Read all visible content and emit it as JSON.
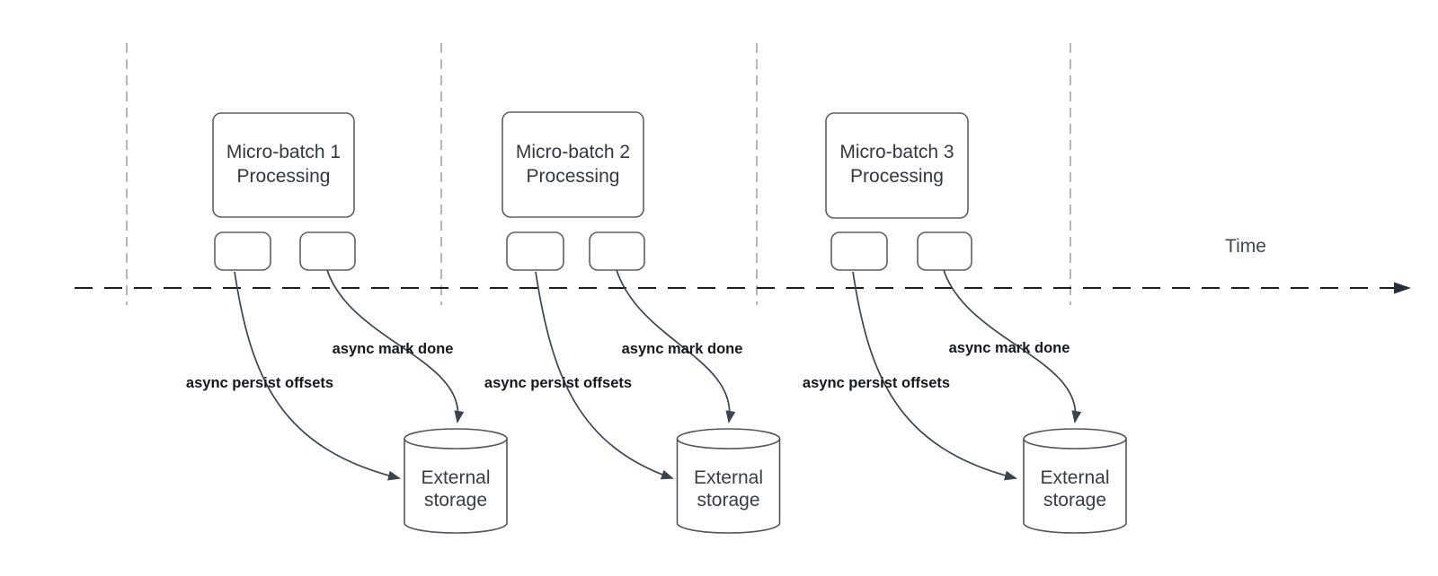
{
  "timeline": {
    "label": "Time"
  },
  "batches": [
    {
      "title": "Micro-batch 1",
      "subtitle": "Processing",
      "persist_label": "async persist offsets",
      "done_label": "async mark done",
      "storage": {
        "line1": "External",
        "line2": "storage"
      }
    },
    {
      "title": "Micro-batch 2",
      "subtitle": "Processing",
      "persist_label": "async persist offsets",
      "done_label": "async mark done",
      "storage": {
        "line1": "External",
        "line2": "storage"
      }
    },
    {
      "title": "Micro-batch 3",
      "subtitle": "Processing",
      "persist_label": "async persist offsets",
      "done_label": "async mark done",
      "storage": {
        "line1": "External",
        "line2": "storage"
      }
    }
  ],
  "colors": {
    "background": "#ffffff",
    "guide_line": "#a2a6aa",
    "time_axis": "#1c1c1c",
    "box_border": "#5c6066",
    "arrow": "#3c4450",
    "label_text": "#15181d",
    "box_text": "#33383f"
  }
}
